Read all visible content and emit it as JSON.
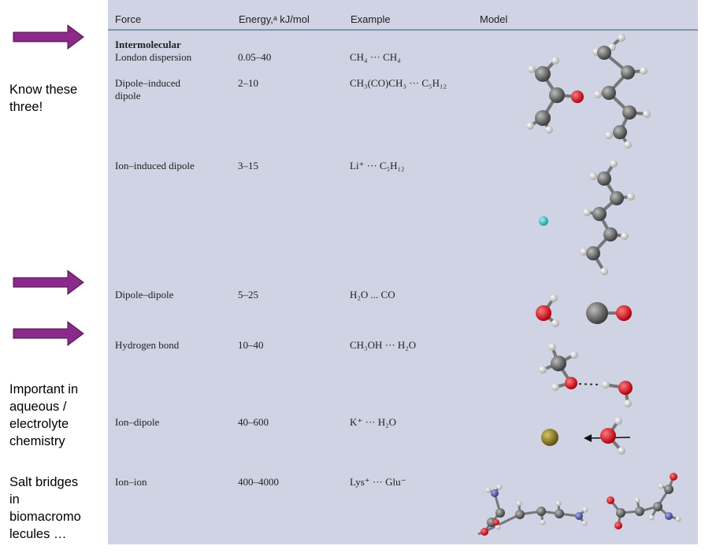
{
  "table": {
    "headers": [
      "Force",
      "Energy,ᵃ kJ/mol",
      "Example",
      "Model"
    ],
    "section_title": "Intermolecular",
    "rows": [
      {
        "force": "London dispersion",
        "energy": "0.05–40",
        "example": "CH₄ ··· CH₄"
      },
      {
        "force": "Dipole–induced",
        "force2": "dipole",
        "energy": "2–10",
        "example": "CH₃(CO)CH₃ ··· C₅H₁₂"
      },
      {
        "force": "Ion–induced dipole",
        "energy": "3–15",
        "example": "Li⁺ ··· C₅H₁₂"
      },
      {
        "force": "Dipole–dipole",
        "energy": "5–25",
        "example": "H₂O ... CO"
      },
      {
        "force": "Hydrogen bond",
        "energy": "10–40",
        "example": "CH₃OH ··· H₂O"
      },
      {
        "force": "Ion–dipole",
        "energy": "40–600",
        "example": "K⁺ ··· H₂O"
      },
      {
        "force": "Ion–ion",
        "energy": "400–4000",
        "example": "Lys⁺ ··· Glu⁻"
      }
    ]
  },
  "notes": {
    "know_these": [
      "Know these",
      "three!"
    ],
    "important": [
      "Important in",
      "aqueous /",
      "electrolyte",
      "chemistry"
    ],
    "salt": [
      "Salt bridges",
      "in",
      "biomacromo",
      "lecules …"
    ]
  },
  "colors": {
    "panel": "#cfd3e3",
    "arrow": "#8b2a8a",
    "carbon": "#6e6e6e",
    "oxygen": "#e0101a",
    "hydrogen": "#f2f2f2",
    "lithium": "#23c3c8",
    "potassium": "#8a7a1e",
    "nitrogen": "#5b63a8"
  }
}
